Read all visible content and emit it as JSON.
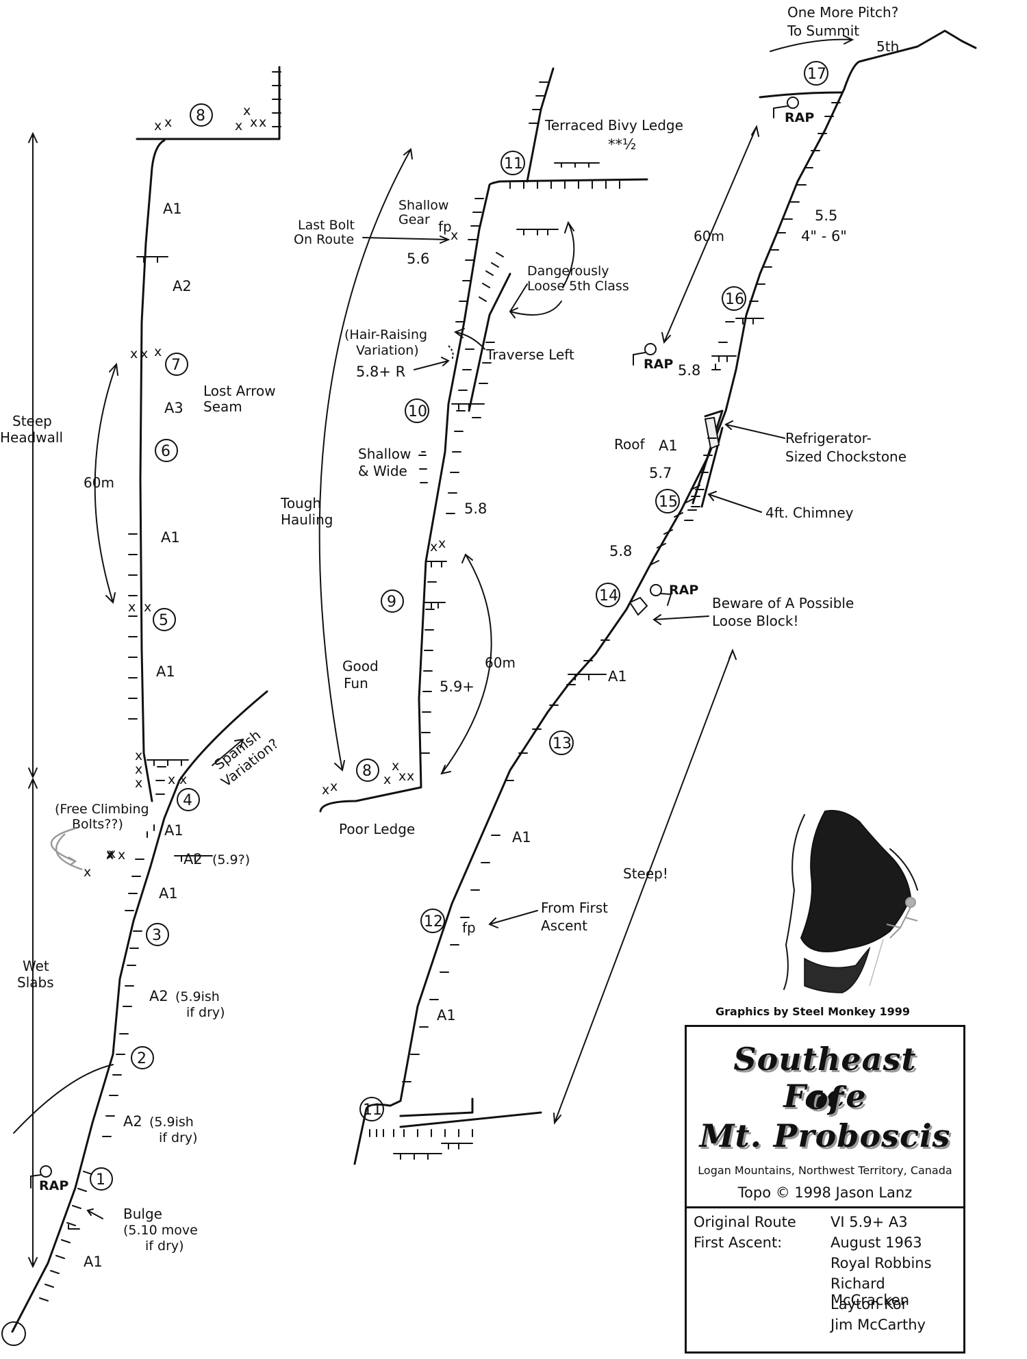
{
  "title": {
    "line1": "Southeast Face",
    "line2": "of",
    "line3": "Mt. Proboscis",
    "subtitle": "Logan Mountains, Northwest Territory, Canada",
    "topo_credit": "Topo  ©  1998   Jason Lanz",
    "graphics_credit": "Graphics by Steel Monkey 1999"
  },
  "route_info": {
    "original_route_label": "Original Route",
    "original_route_value": "VI  5.9+  A3",
    "first_ascent_label": "First Ascent:",
    "first_ascent_date": "August 1963",
    "climbers": [
      "Royal Robbins",
      "Richard McCracken",
      "Layton Kor",
      "Jim McCarthy"
    ]
  },
  "pitch_numbers": [
    "1",
    "2",
    "3",
    "4",
    "5",
    "6",
    "7",
    "8",
    "8",
    "9",
    "10",
    "11",
    "11",
    "12",
    "13",
    "14",
    "15",
    "16",
    "17"
  ],
  "grades": {
    "p1": "A1",
    "p2": "A2",
    "p2a": "(5.9ish",
    "p2b": "if dry)",
    "p3": "A2",
    "p3a": "(5.9ish",
    "p3b": "if dry)",
    "p3c": "A1",
    "p4a": "A2",
    "p4b": "(5.9?)",
    "p4c": "A1",
    "p5": "A1",
    "p6": "A1",
    "p7": "A3",
    "p8a": "A2",
    "p8b": "A1",
    "p9a": "5.9+",
    "p9b": "5.8",
    "p10": "5.8+ R",
    "p11": "5.6",
    "p12": "A1",
    "p13": "A1",
    "p14": "A1",
    "p15a": "5.8",
    "p15b": "5.7",
    "p15c": "Roof",
    "p15d": "A1",
    "p16": "5.8",
    "p17a": "5.5",
    "p17b": "4\" - 6\"",
    "summit": "5th",
    "rating": "**½"
  },
  "labels": {
    "steep_headwall": [
      "Steep",
      "Headwall"
    ],
    "wet_slabs": [
      "Wet",
      "Slabs"
    ],
    "lost_arrow": [
      "Lost Arrow",
      "Seam"
    ],
    "spanish": [
      "Spanish",
      "Variation?"
    ],
    "free_bolts": [
      "(Free Climbing",
      "Bolts??)"
    ],
    "bulge": [
      "Bulge",
      "(5.10 move",
      "if dry)"
    ],
    "tough_hauling": [
      "Tough",
      "Hauling"
    ],
    "good_fun": [
      "Good",
      "Fun"
    ],
    "poor_ledge": "Poor Ledge",
    "last_bolt": [
      "Last Bolt",
      "On Route"
    ],
    "shallow_gear": [
      "Shallow",
      "Gear"
    ],
    "hair_raising": [
      "(Hair-Raising",
      "Variation)"
    ],
    "traverse_left": "Traverse Left",
    "dangerously_loose": [
      "Dangerously",
      "Loose 5th Class"
    ],
    "shallow_wide": [
      "Shallow",
      "& Wide"
    ],
    "terraced_bivy": "Terraced Bivy Ledge",
    "one_more": [
      "One More Pitch?",
      "To Summit"
    ],
    "refrigerator": [
      "Refrigerator-",
      "Sized Chockstone"
    ],
    "chimney": "4ft. Chimney",
    "loose_block": [
      "Beware of A Possible",
      "Loose Block!"
    ],
    "from_first": [
      "From First",
      "Ascent"
    ],
    "steep": "Steep!",
    "rap": "RAP",
    "fp": "fp",
    "sixty_m": "60m"
  }
}
